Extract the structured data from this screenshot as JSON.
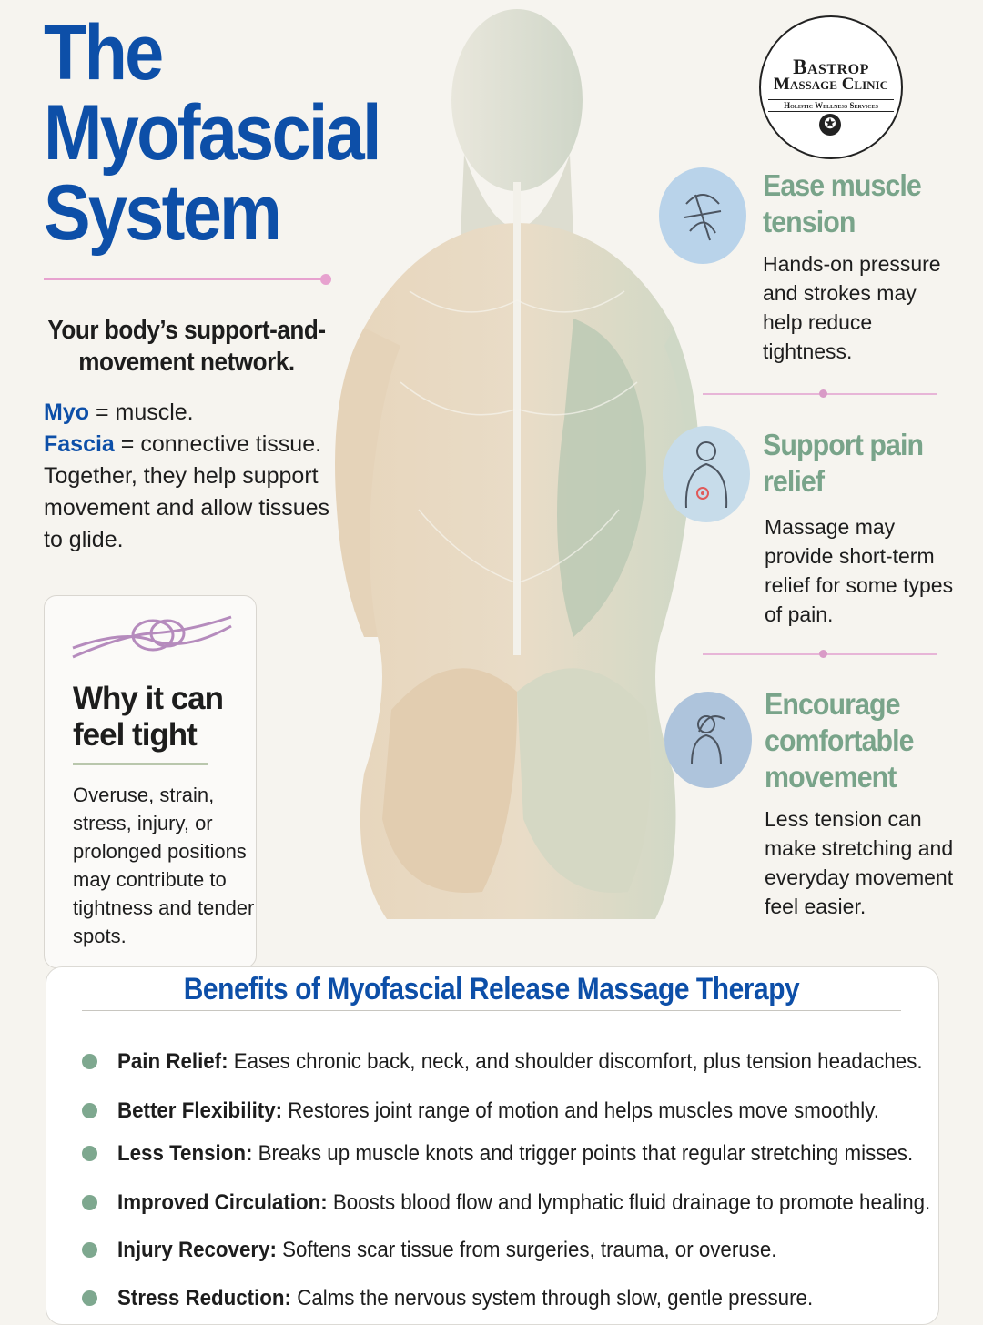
{
  "title": {
    "line1": "The",
    "line2": "Myofascial",
    "line3": "System"
  },
  "subtitle": {
    "line1": "Your body’s support-and-",
    "line2": "movement network."
  },
  "intro": {
    "myo_term": "Myo",
    "myo_def": " = muscle.",
    "fascia_term": "Fascia",
    "fascia_def": " = connective tissue.",
    "rest": "Together, they help support movement and allow tissues to glide."
  },
  "why": {
    "title": "Why it can feel tight",
    "text": "Overuse, strain, stress, injury, or prolonged positions may contribute to tightness and tender spots.",
    "icon": "knot-icon"
  },
  "logo": {
    "line1": "Bastrop",
    "line2": "Massage Clinic",
    "line3": "Holistic Wellness Services",
    "icon": "texas-star-icon"
  },
  "right_benefits": [
    {
      "heading": "Ease muscle tension",
      "text": "Hands-on pressure and strokes may help reduce tightness.",
      "icon": "muscle-fibers-icon"
    },
    {
      "heading": "Support pain relief",
      "text": "Massage may provide short-term relief for some types of pain.",
      "icon": "body-pain-icon"
    },
    {
      "heading": "Encourage comfortable movement",
      "text": "Less tension can make stretching and everyday movement feel easier.",
      "icon": "stretching-person-icon"
    }
  ],
  "benefits_card": {
    "title": "Benefits of Myofascial Release Massage Therapy",
    "items": [
      {
        "label": "Pain Relief:",
        "text": " Eases chronic back, neck, and shoulder discomfort, plus tension headaches."
      },
      {
        "label": "Better Flexibility:",
        "text": " Restores joint range of motion and helps muscles move smoothly."
      },
      {
        "label": "Less Tension:",
        "text": " Breaks up muscle knots and trigger points that regular stretching misses."
      },
      {
        "label": "Improved Circulation:",
        "text": " Boosts blood flow and lymphatic fluid drainage to promote healing."
      },
      {
        "label": "Injury Recovery:",
        "text": " Softens scar tissue from surgeries, trauma, or overuse."
      },
      {
        "label": "Stress Reduction:",
        "text": " Calms the nervous system through slow, gentle pressure."
      }
    ]
  },
  "colors": {
    "title_blue": "#0d4fa8",
    "sage": "#79a48a",
    "pink": "#e7a2cf",
    "background": "#f6f4ef"
  }
}
